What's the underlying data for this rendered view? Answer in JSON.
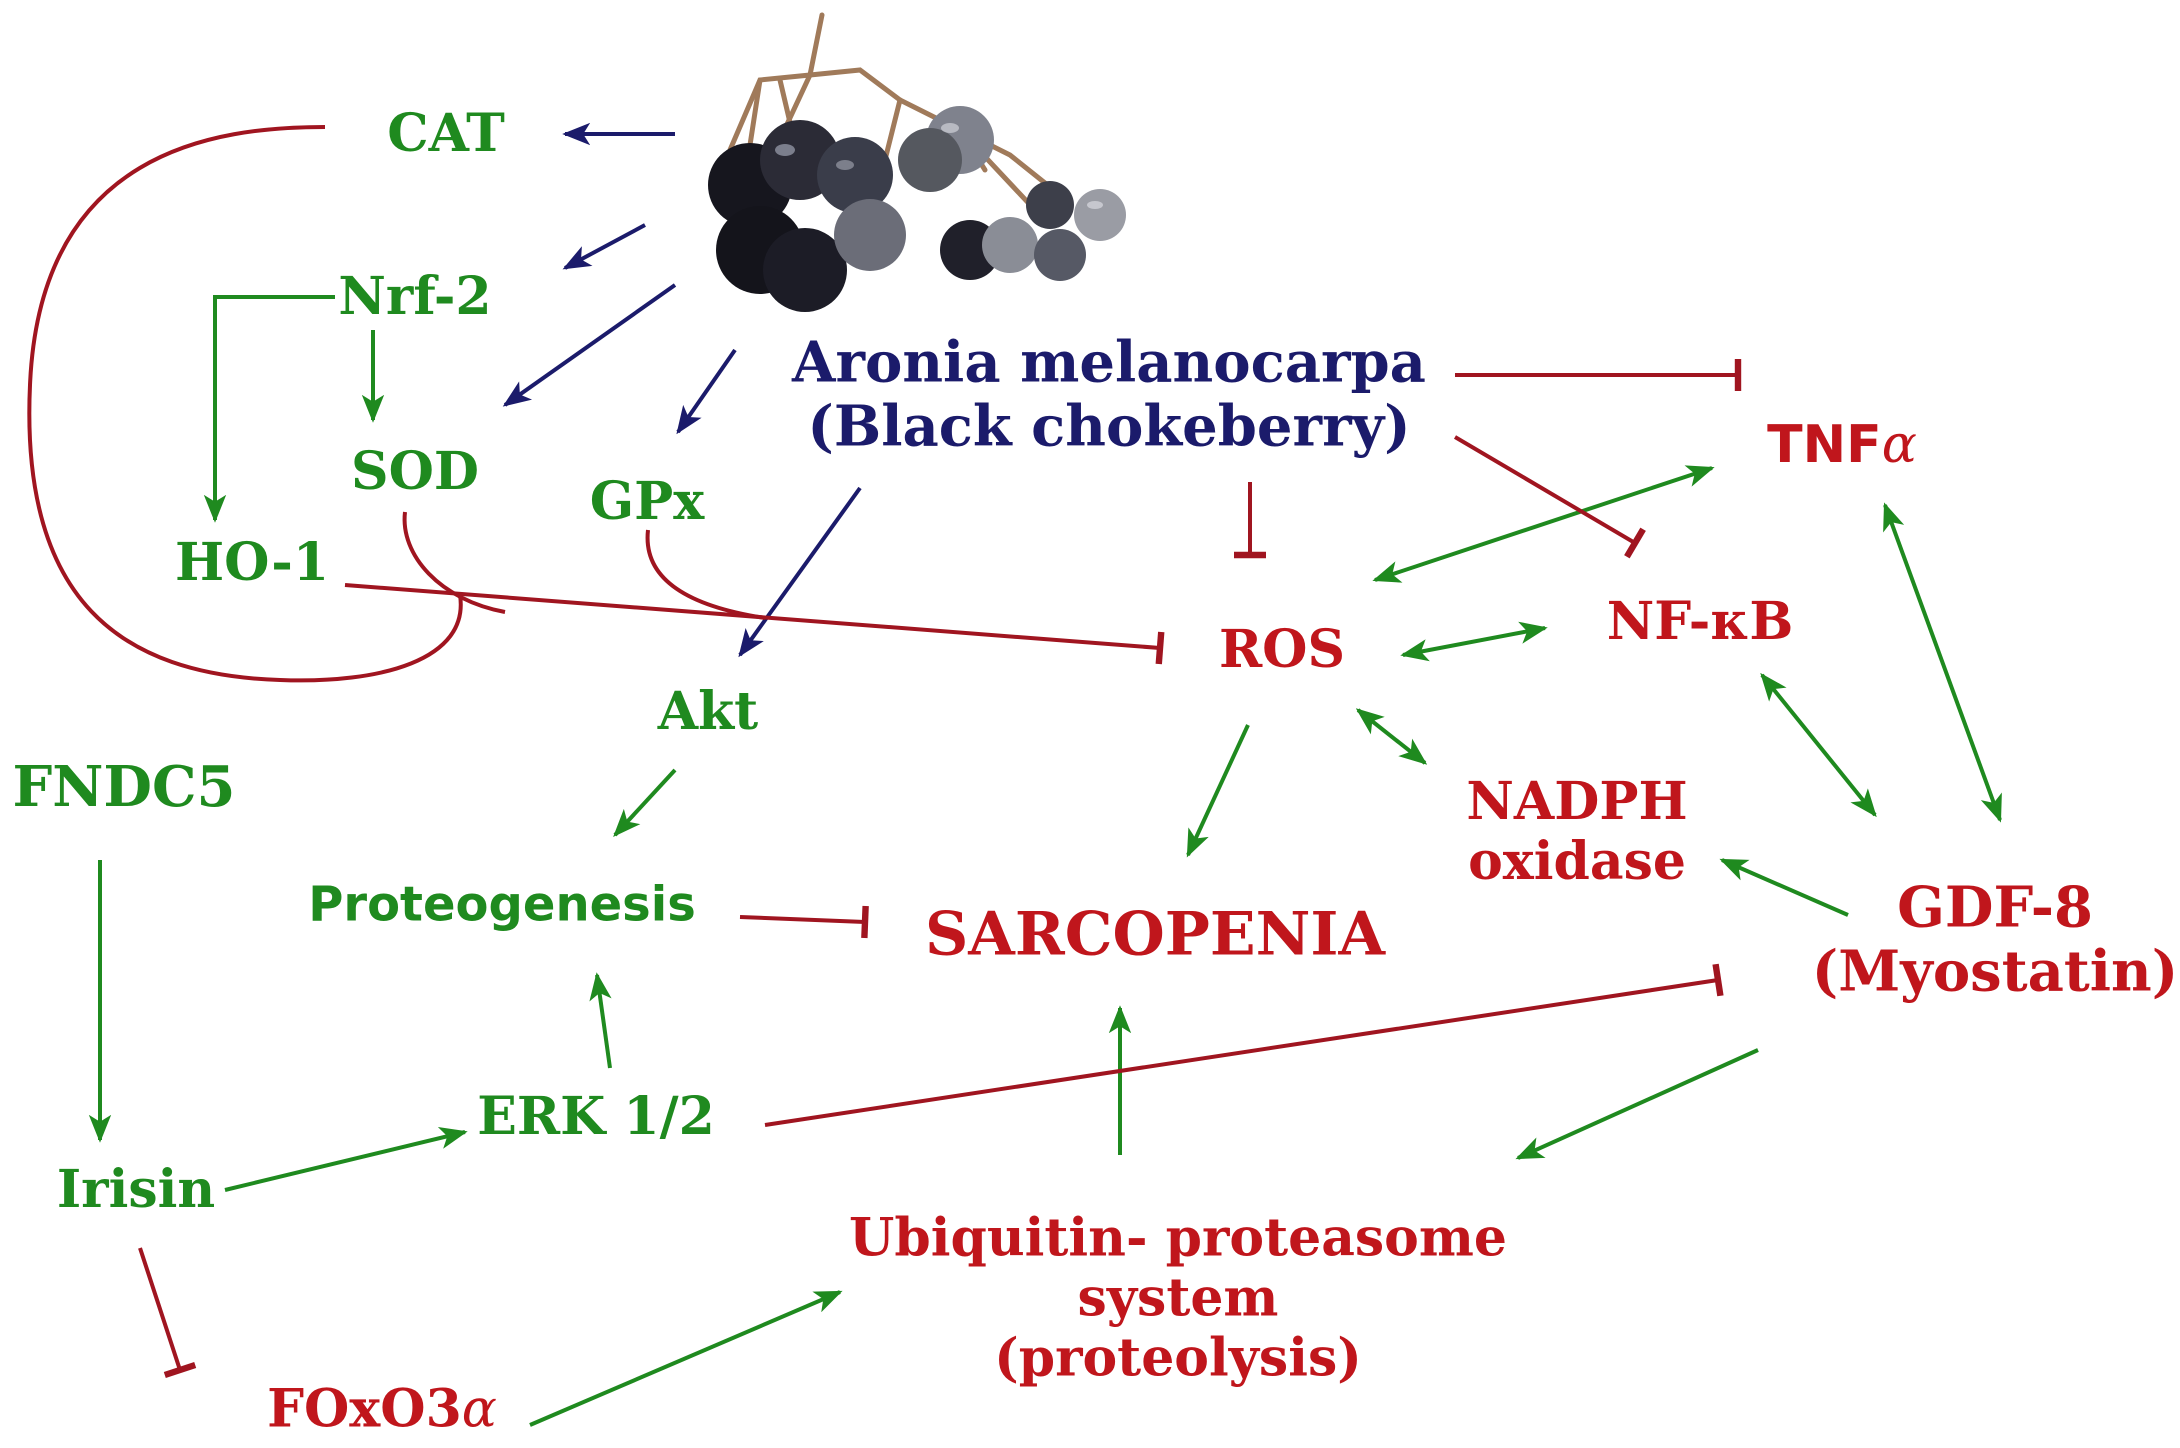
{
  "colors": {
    "green": "#1f8a1f",
    "red": "#c0161c",
    "navy": "#1b1b6b",
    "inhibit": "#a01520"
  },
  "image": {
    "icon": "chokeberry-cluster-icon"
  },
  "center": {
    "line1": "Aronia melanocarpa",
    "line2": "(Black chokeberry)"
  },
  "nodes": {
    "cat": "CAT",
    "nrf2": "Nrf-2",
    "sod": "SOD",
    "ho1": "HO-1",
    "gpx": "GPx",
    "akt": "Akt",
    "fndc5": "FNDC5",
    "proteogenesis": "Proteogenesis",
    "sarcopenia": "SARCOPENIA",
    "ros": "ROS",
    "nfkb": "NF-κB",
    "tnf_a": "TNF",
    "tnf_b": "α",
    "nadph_1": "NADPH",
    "nadph_2": "oxidase",
    "gdf_1": "GDF-8",
    "gdf_2": "(Myostatin)",
    "erk": "ERK 1/2",
    "irisin": "Irisin",
    "foxo_a": "FOxO3",
    "foxo_b": "α",
    "ups_1": "Ubiquitin- proteasome",
    "ups_2": "system",
    "ups_3": "(proteolysis)"
  }
}
